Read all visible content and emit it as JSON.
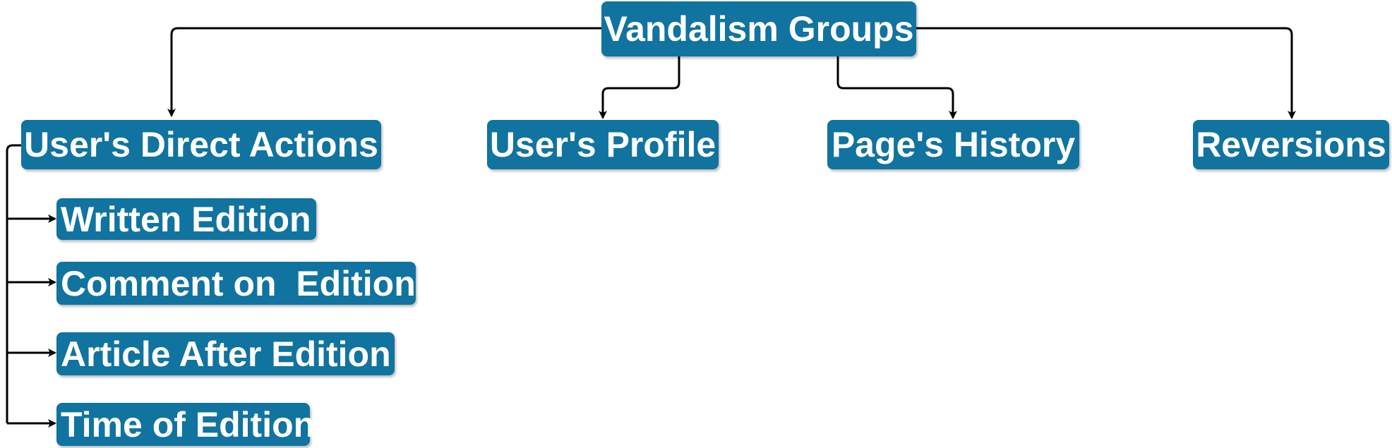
{
  "colors": {
    "node_fill": "#11739f",
    "connector": "#000000"
  },
  "root": {
    "label": "Vandalism Groups"
  },
  "groups": [
    {
      "label": "User's Direct Actions"
    },
    {
      "label": "User's Profile"
    },
    {
      "label": "Page's History"
    },
    {
      "label": "Reversions"
    }
  ],
  "direct_actions": [
    {
      "label": "Written Edition"
    },
    {
      "label": "Comment on  Edition"
    },
    {
      "label": "Article After Edition"
    },
    {
      "label": "Time of Edition"
    }
  ]
}
